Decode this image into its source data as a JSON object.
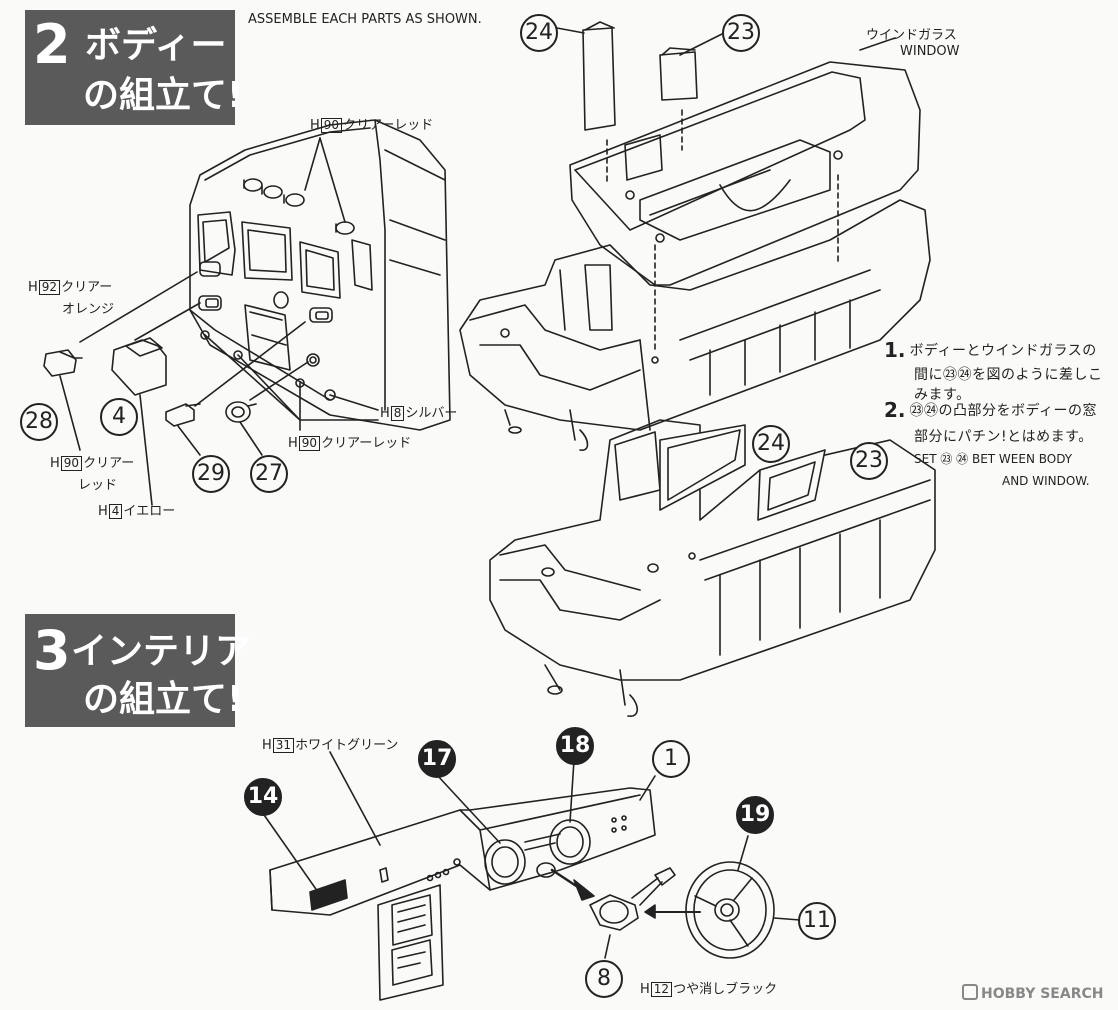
{
  "header": {
    "instruction": "ASSEMBLE EACH PARTS AS SHOWN."
  },
  "step2": {
    "number": "2",
    "title_line1": "ボディー",
    "title_line2": "の組立て!"
  },
  "step3": {
    "number": "3",
    "title_line1": "インテリア",
    "title_line2": "の組立て!"
  },
  "labels": {
    "h90_top": {
      "prefix": "H",
      "code": "90",
      "text": "クリアーレッド"
    },
    "h92": {
      "prefix": "H",
      "code": "92",
      "text": "クリアー"
    },
    "h92_line2": "オレンジ",
    "h90_left": {
      "prefix": "H",
      "code": "90",
      "text": "クリアー"
    },
    "h90_left_line2": "レッド",
    "h4": {
      "prefix": "H",
      "code": "4",
      "text": "イエロー"
    },
    "h8": {
      "prefix": "H",
      "code": "8",
      "text": "シルバー"
    },
    "h90_bottom": {
      "prefix": "H",
      "code": "90",
      "text": "クリアーレッド"
    },
    "window_jp": "ウインドガラス",
    "window_en": "WINDOW",
    "h31": {
      "prefix": "H",
      "code": "31",
      "text": "ホワイトグリーン"
    },
    "h12": {
      "prefix": "H",
      "code": "12",
      "text": "つや消しブラック"
    }
  },
  "part_numbers": {
    "p28": "28",
    "p4": "4",
    "p29": "29",
    "p27": "27",
    "p24_top": "24",
    "p23_top": "23",
    "p24_mid": "24",
    "p23_mid": "23",
    "p14": "14",
    "p17": "17",
    "p18": "18",
    "p1": "1",
    "p19": "19",
    "p11": "11",
    "p8": "8"
  },
  "notes": {
    "n1_num": "1.",
    "n1_line1": "ボディーとウインドガラスの",
    "n1_line2": "間に㉓㉔を図のように差しこ",
    "n1_line3": "みます。",
    "n2_num": "2.",
    "n2_line1": "㉓㉔の凸部分をボディーの窓",
    "n2_line2": "部分にパチン!とはめます。",
    "en_line1": "SET ㉓ ㉔ BET WEEN BODY",
    "en_line2": "AND WINDOW."
  },
  "watermark": {
    "brand": "HOBBY SEARCH"
  }
}
